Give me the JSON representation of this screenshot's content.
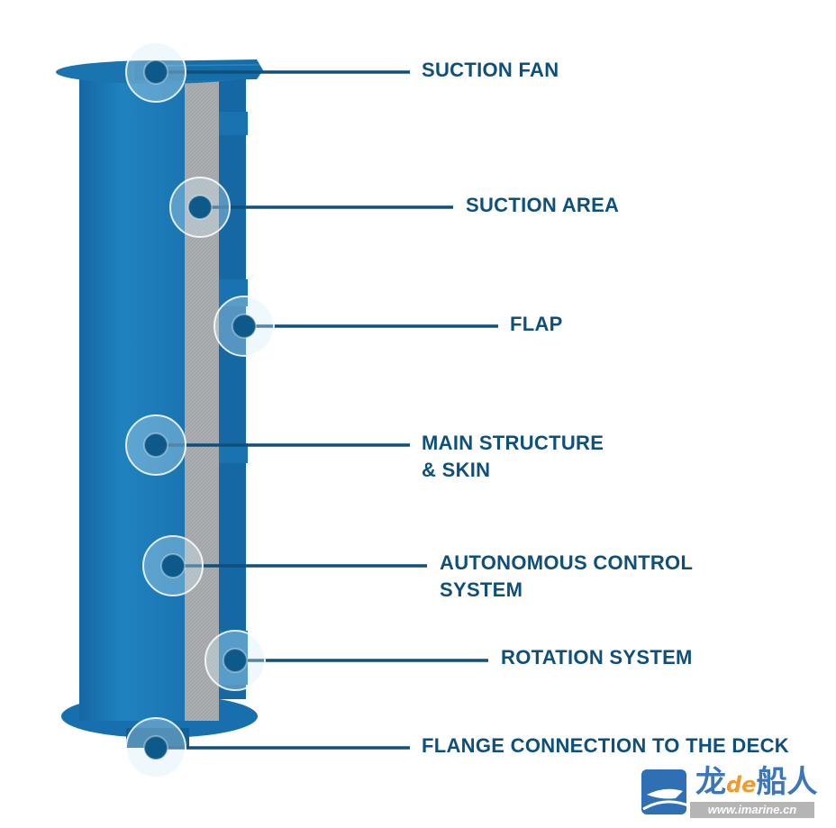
{
  "colors": {
    "body": "#1a78b3",
    "body_dark": "#0f5f94",
    "strip": "#a9acae",
    "label": "#0e4f7c",
    "dot": "#0d5a8a"
  },
  "callouts": [
    {
      "label": "SUCTION FAN"
    },
    {
      "label": "SUCTION AREA"
    },
    {
      "label": "FLAP"
    },
    {
      "label": "MAIN STRUCTURE",
      "label2": "& SKIN"
    },
    {
      "label": "AUTONOMOUS CONTROL",
      "label2": "SYSTEM"
    },
    {
      "label": "ROTATION SYSTEM"
    },
    {
      "label": "FLANGE CONNECTION TO THE DECK"
    }
  ],
  "watermark": {
    "brand": "龙de船人",
    "url": "www.imarine.cn"
  }
}
